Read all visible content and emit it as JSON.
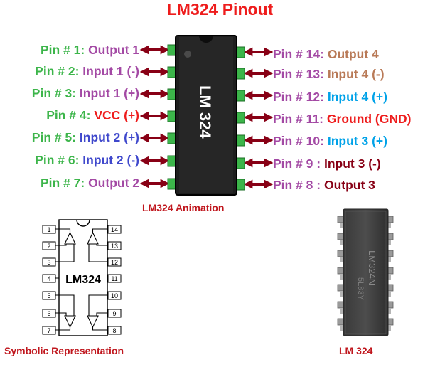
{
  "title": "LM324 Pinout",
  "chip_label": "LM 324",
  "left_pins": [
    {
      "prefix": "Pin # 1:",
      "name": "Output 1",
      "color": "#a349a4"
    },
    {
      "prefix": "Pin # 2:",
      "name": "Input 1 (-)",
      "color": "#a349a4"
    },
    {
      "prefix": "Pin # 3:",
      "name": "Input 1 (+)",
      "color": "#a349a4"
    },
    {
      "prefix": "Pin # 4:",
      "name": "VCC (+)",
      "color": "#ee1c1c"
    },
    {
      "prefix": "Pin # 5:",
      "name": "Input 2 (+)",
      "color": "#3f48cc"
    },
    {
      "prefix": "Pin # 6:",
      "name": "Input 2 (-)",
      "color": "#3f48cc"
    },
    {
      "prefix": "Pin # 7:",
      "name": "Output 2",
      "color": "#a349a4"
    }
  ],
  "right_pins": [
    {
      "prefix": "Pin # 14:",
      "name": "Output 4",
      "color": "#b97a57"
    },
    {
      "prefix": "Pin # 13:",
      "name": "Input 4 (-)",
      "color": "#b97a57"
    },
    {
      "prefix": "Pin # 12:",
      "name": "Input 4 (+)",
      "color": "#00a2e8"
    },
    {
      "prefix": "Pin # 11:",
      "name": "Ground (GND)",
      "color": "#ee1c1c"
    },
    {
      "prefix": "Pin # 10:",
      "name": "Input 3 (+)",
      "color": "#00a2e8"
    },
    {
      "prefix": "Pin #  9 :",
      "name": "Input 3 (-)",
      "color": "#880015"
    },
    {
      "prefix": "Pin #  8 :",
      "name": "Output 3",
      "color": "#880015"
    }
  ],
  "animation_caption": "LM324 Animation",
  "symbol": {
    "label": "LM324",
    "left_numbers": [
      "1",
      "2",
      "3",
      "4",
      "5",
      "6",
      "7"
    ],
    "right_numbers": [
      "14",
      "13",
      "12",
      "11",
      "10",
      "9",
      "8"
    ]
  },
  "symbolic_caption": "Symbolic Representation",
  "photo": {
    "caption": "LM 324",
    "marking_line1": "LM324N",
    "marking_line2": "5L83Y"
  },
  "colors": {
    "title": "#ee1c1c",
    "pin_prefix_left": "#3cb54a",
    "pin_prefix_right": "#a349a4",
    "arrow": "#880015",
    "chip_body": "#1e1e1e",
    "chip_pin": "#3cb54a"
  }
}
